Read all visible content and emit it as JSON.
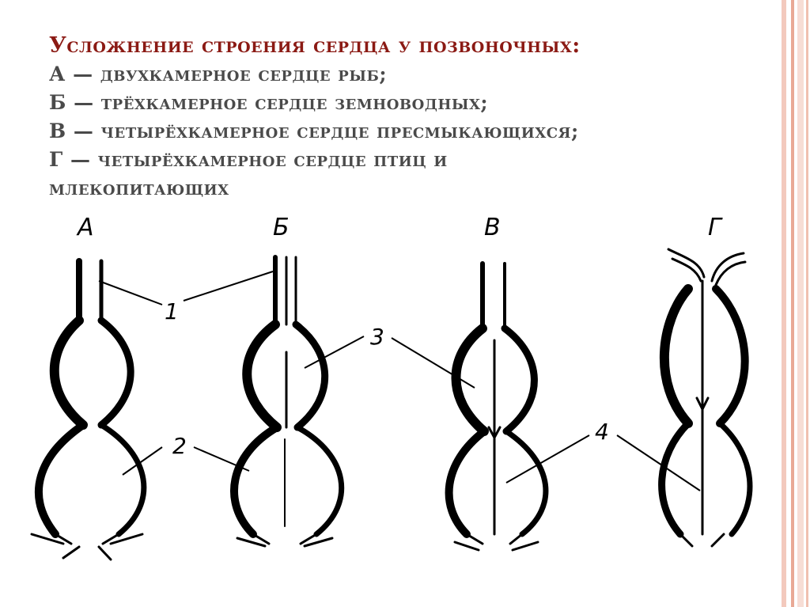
{
  "title": "Усложнение строения сердца у позвоночных:",
  "captions": [
    "А — двухкамерное сердце рыб;",
    "Б — трёхкамерное сердце земноводных;",
    "В — четырёхкамерное сердце пресмыкающихся;",
    "Г — четырёхкамерное сердце птиц и",
    "млекопитающих"
  ],
  "panels": [
    "А",
    "Б",
    "В",
    "Г"
  ],
  "callouts": [
    "1",
    "2",
    "3",
    "4"
  ],
  "colors": {
    "title": "#8b1a14",
    "caption": "#4a4a4a",
    "border_stripes": [
      "#f3c9bd",
      "#e9a996",
      "#f7ddd5"
    ]
  }
}
